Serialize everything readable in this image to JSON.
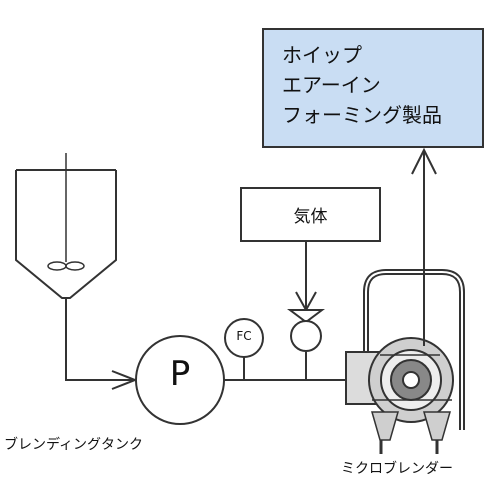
{
  "output": {
    "lines": [
      "ホイップ",
      "エアーイン",
      "フォーミング製品"
    ],
    "fill_color": "#c9ddf3"
  },
  "gas": {
    "label": "気体"
  },
  "pump": {
    "label": "P"
  },
  "flow_controller": {
    "label": "FC"
  },
  "tank": {
    "label": "ブレンディングタンク"
  },
  "blender": {
    "label": "ミクロブレンダー"
  }
}
